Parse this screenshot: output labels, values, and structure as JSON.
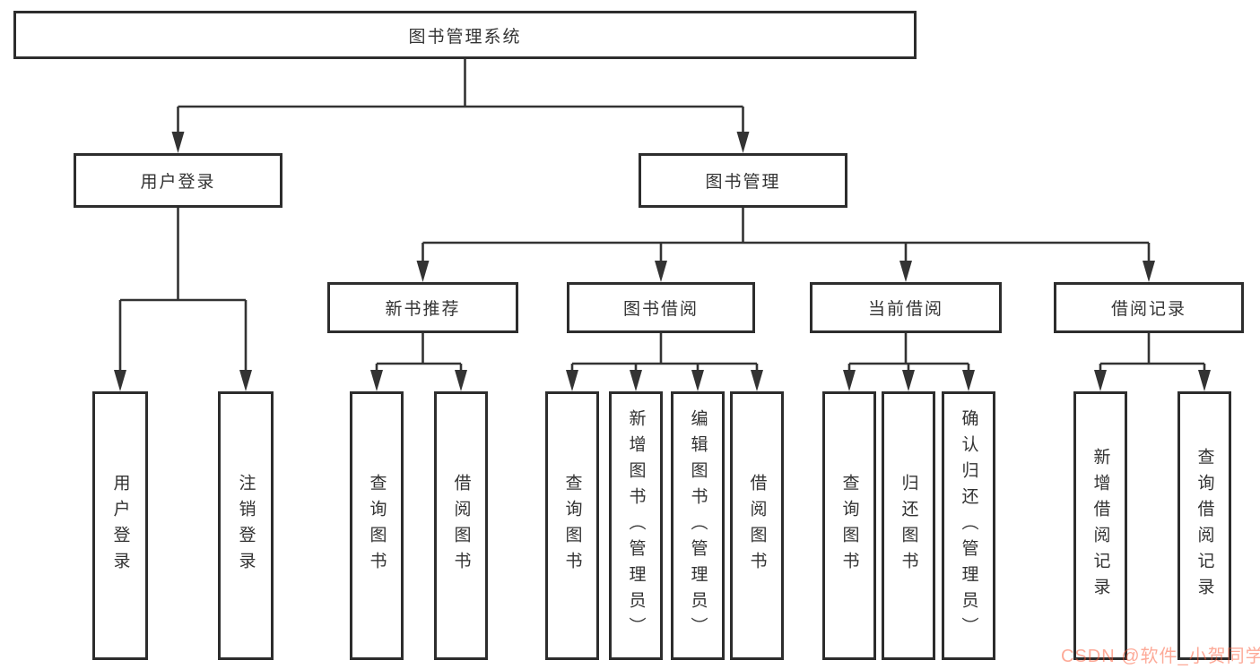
{
  "diagram": {
    "type": "hierarchy-tree",
    "line_color": "#333333",
    "box_border_color": "#2d2d2d",
    "text_color": "#333333",
    "background_color": "#ffffff",
    "nodes": {
      "root": {
        "label": "图书管理系统"
      },
      "user_login": {
        "label": "用户登录"
      },
      "book_mgmt": {
        "label": "图书管理"
      },
      "new_book_rec": {
        "label": "新书推荐"
      },
      "book_borrow": {
        "label": "图书借阅"
      },
      "current_borrow": {
        "label": "当前借阅"
      },
      "borrow_records": {
        "label": "借阅记录"
      },
      "leaf_user_login": {
        "label": "用户登录"
      },
      "leaf_logout": {
        "label": "注销登录"
      },
      "leaf_rec_query": {
        "label": "查询图书"
      },
      "leaf_rec_borrow": {
        "label": "借阅图书"
      },
      "leaf_bb_query": {
        "label": "查询图书"
      },
      "leaf_bb_add": {
        "label": "新增图书（管理员）"
      },
      "leaf_bb_edit": {
        "label": "编辑图书（管理员）"
      },
      "leaf_bb_borrow": {
        "label": "借阅图书"
      },
      "leaf_cb_query": {
        "label": "查询图书"
      },
      "leaf_cb_return": {
        "label": "归还图书"
      },
      "leaf_cb_confirm": {
        "label": "确认归还（管理员）"
      },
      "leaf_br_add": {
        "label": "新增借阅记录"
      },
      "leaf_br_query": {
        "label": "查询借阅记录"
      }
    },
    "hierarchy": {
      "图书管理系统": {
        "用户登录": [
          "用户登录",
          "注销登录"
        ],
        "图书管理": {
          "新书推荐": [
            "查询图书",
            "借阅图书"
          ],
          "图书借阅": [
            "查询图书",
            "新增图书（管理员）",
            "编辑图书（管理员）",
            "借阅图书"
          ],
          "当前借阅": [
            "查询图书",
            "归还图书",
            "确认归还（管理员）"
          ],
          "借阅记录": [
            "新增借阅记录",
            "查询借阅记录"
          ]
        }
      }
    },
    "watermark": {
      "text": "CSDN @软件_小贺同学",
      "color": "#FC5531"
    }
  }
}
